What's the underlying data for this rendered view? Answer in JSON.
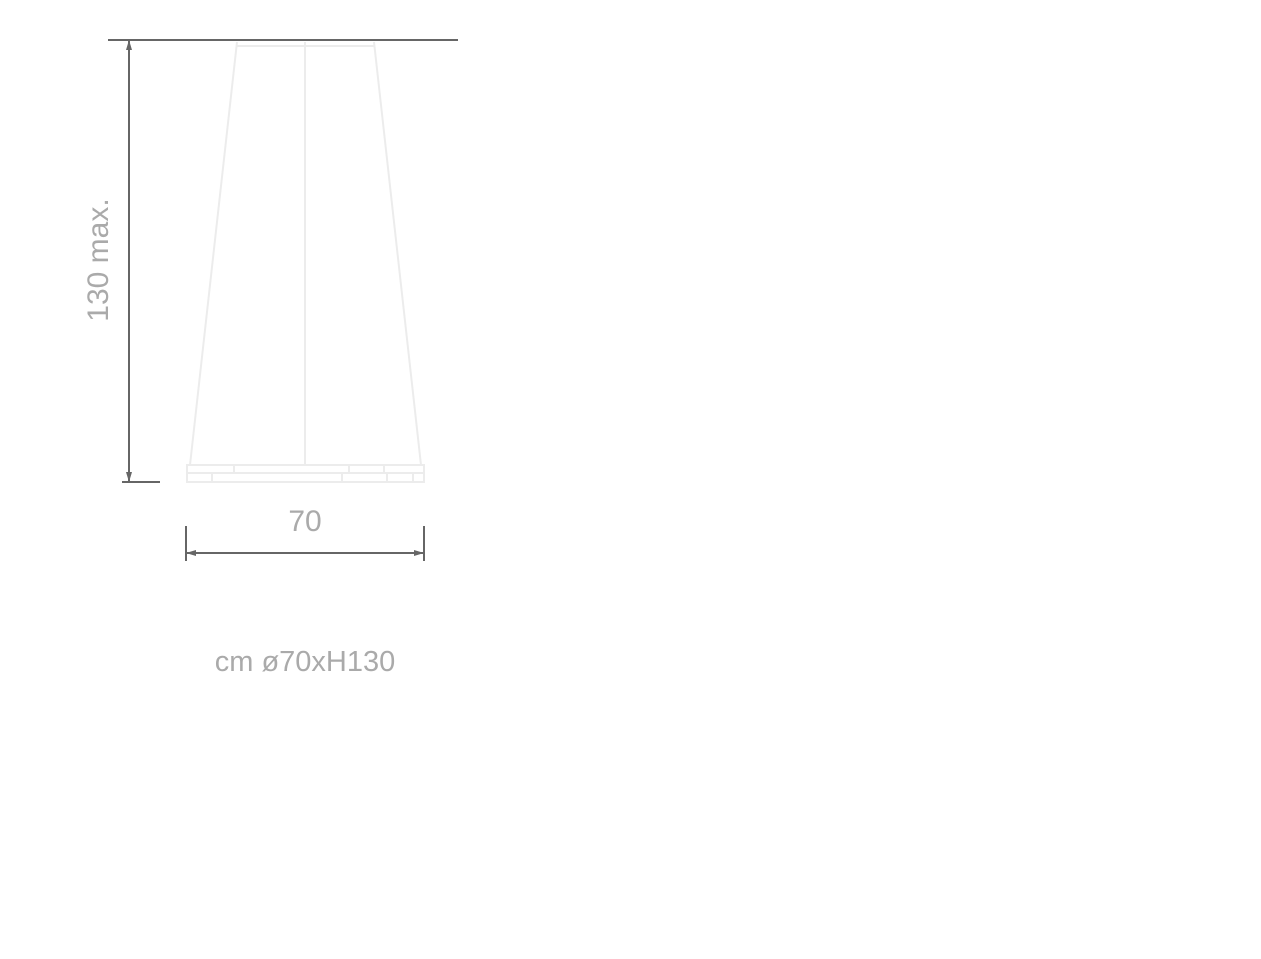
{
  "dimensions": {
    "height_label": "130 max.",
    "width_label": "70",
    "summary_label": "cm ø70xH130"
  },
  "colors": {
    "dimension_line": "#666666",
    "outline": "#eeeeee",
    "text": "#aaaaaa"
  }
}
